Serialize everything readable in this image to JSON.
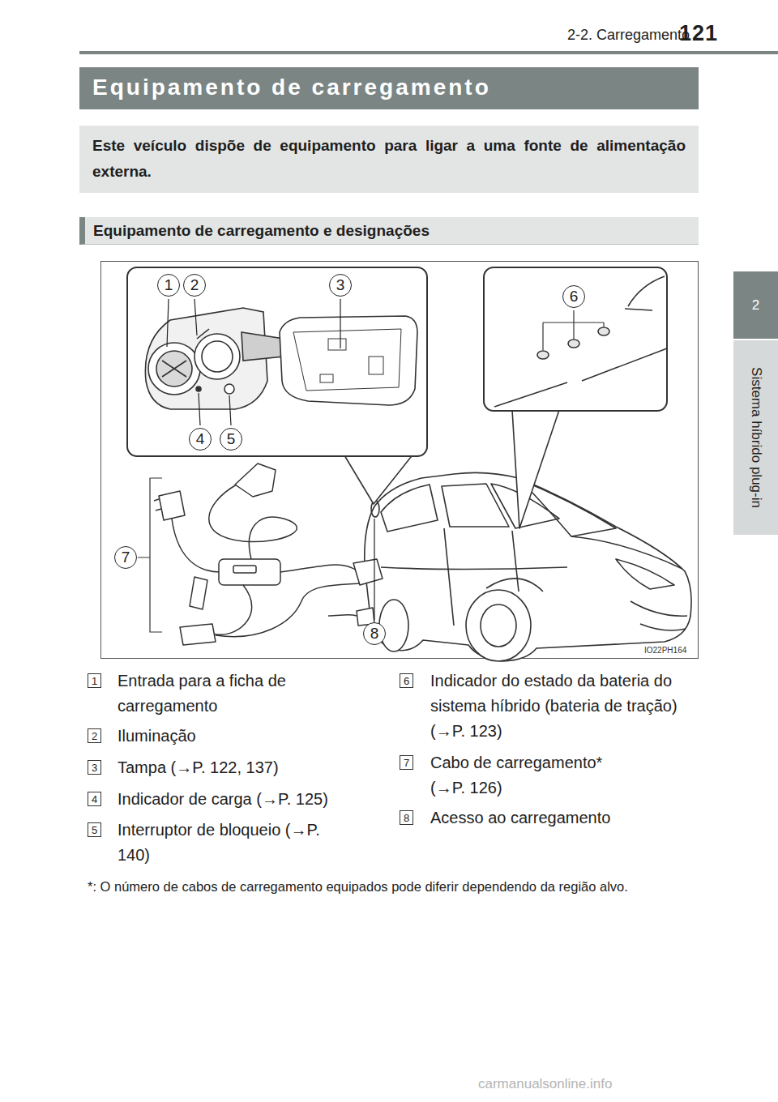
{
  "diagram": {
    "title": "Equipamento de carregamento",
    "nodes": [
      {
        "text": [
          "2"
        ]
      },
      {
        "text": [
          "Sistema híbrido plug-in"
        ]
      },
      {
        "text": [
          "Este veículo dispõe de equipamento para ligar a uma fonte de alimentação externa."
        ]
      },
      {
        "text": [
          "Equipamento de carregamento e designações"
        ]
      }
    ],
    "labels": [
      "121",
      "2-2. Carregamento",
      "1",
      "2",
      "3",
      "4",
      "5",
      "6",
      "7",
      "8",
      "IO22PH164",
      "1",
      "Entrada para a ficha de carregamento",
      "2",
      "Iluminação",
      "3",
      "Tampa (→P. 122, 137)",
      "4",
      "Indicador de carga (→P. 125)",
      "5",
      "Interruptor de bloqueio (→P. 140)",
      "6",
      "Indicador do estado da bateria do sistema híbrido (bateria de tração) (→P. 123)",
      "7",
      "Cabo de carregamento* (→P. 126)",
      "8",
      "Acesso ao carregamento",
      "*: O número de cabos de carregamento equipados pode diferir dependendo da região alvo.",
      "carmanualsonline.info"
    ]
  }
}
